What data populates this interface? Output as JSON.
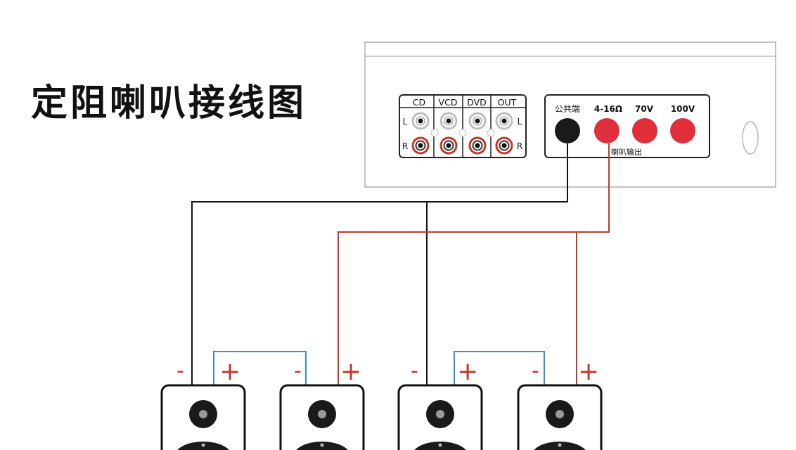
{
  "title": "定阻喇叭接线图",
  "input_panel": {
    "columns": [
      "CD",
      "VCD",
      "DVD",
      "OUT"
    ],
    "row_labels": [
      "L",
      "R"
    ]
  },
  "output_panel": {
    "terminals": [
      "公共端",
      "4-16Ω",
      "70V",
      "100V"
    ],
    "footer": "喇叭输出"
  },
  "polarity": {
    "minus": "-",
    "plus": "+"
  },
  "colors": {
    "common_wire": "#111111",
    "signal_wire": "#c0392b",
    "bridge_wire": "#3a8fc4",
    "polarity_mark": "#c0392b",
    "terminal_common": "#1a1a1a",
    "terminal_red": "#e02e3a"
  }
}
